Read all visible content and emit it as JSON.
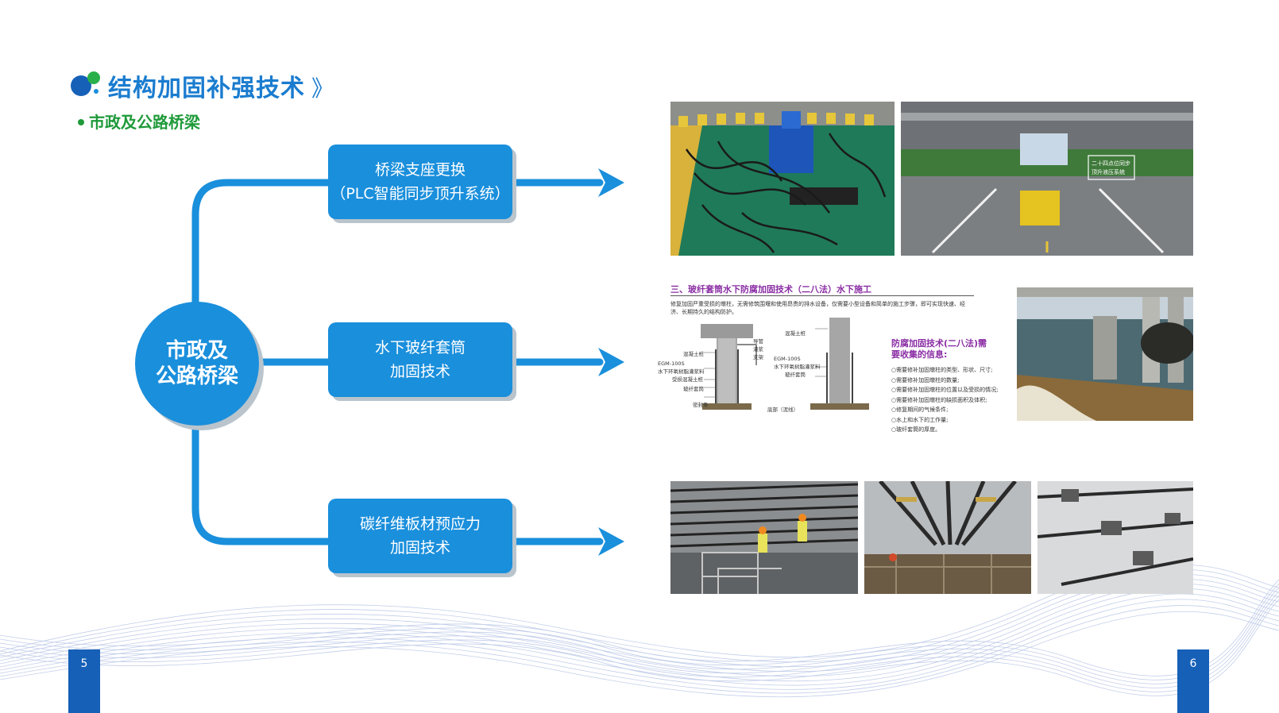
{
  "header": {
    "title": "结构加固补强技术",
    "title_chevron": "》",
    "subtitle": "市政及公路桥梁"
  },
  "hub": {
    "line1": "市政及",
    "line2": "公路桥梁"
  },
  "branches": [
    {
      "line1": "桥梁支座更换",
      "line2": "（PLC智能同步顶升系统）"
    },
    {
      "line1": "水下玻纤套筒",
      "line2": "加固技术"
    },
    {
      "line1": "碳纤维板材预应力",
      "line2": "加固技术"
    }
  ],
  "photo_overlay_text": {
    "line1": "二十四点位同步",
    "line2": "顶升液压系统"
  },
  "diagram": {
    "title": "三、玻纤套筒水下防腐加固技术（二八法）水下施工",
    "intro": "修复加固严重受损的墩柱，无需修筑围堰和使用昂贵的排水设备，仅需要小型设备和简单的施工步骤，即可实现快速、经济、长期持久的结构防护。",
    "left_labels": [
      "导管",
      "灌浆",
      "支架",
      "混凝土桩",
      "EGM-100S",
      "水下环氧树脂灌浆料",
      "受损混凝土桩",
      "玻纤套筒",
      "密封条"
    ],
    "right_labels": [
      "混凝土桩",
      "EGM-100S",
      "水下环氧树脂灌浆料",
      "玻纤套筒",
      "底部（泥线）"
    ],
    "info_title": "防腐加固技术(二八法)需要收集的信息:",
    "info_items": [
      "○需要修补加固墩柱的类型、形状、尺寸;",
      "○需要修补加固墩柱的数量;",
      "○需要修补加固墩柱的位置以及受损的情况;",
      "○需要修补加固墩柱的缺损面积及体积;",
      "○修复期间的气候条件;",
      "○水上和水下的工作量;",
      "○玻纤套筒的厚度。"
    ]
  },
  "page_numbers": {
    "left": "5",
    "right": "6"
  },
  "colors": {
    "primary": "#1a8fdc",
    "title_blue": "#1a7ccf",
    "green": "#1f9a3a",
    "purple": "#8a2da4",
    "tab_blue": "#1660b8"
  }
}
